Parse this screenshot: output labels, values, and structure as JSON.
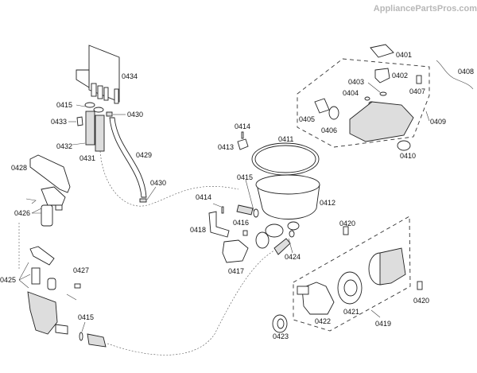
{
  "watermark": "AppliancePartsPros.com",
  "labels": {
    "p0401": "0401",
    "p0402": "0402",
    "p0403": "0403",
    "p0404": "0404",
    "p0405": "0405",
    "p0406": "0406",
    "p0407": "0407",
    "p0408": "0408",
    "p0409": "0409",
    "p0410": "0410",
    "p0411": "0411",
    "p0412": "0412",
    "p0413": "0413",
    "p0414a": "0414",
    "p0414b": "0414",
    "p0415a": "0415",
    "p0415b": "0415",
    "p0415c": "0415",
    "p0416": "0416",
    "p0417": "0417",
    "p0418": "0418",
    "p0419": "0419",
    "p0420a": "0420",
    "p0420b": "0420",
    "p0421": "0421",
    "p0422": "0422",
    "p0423": "0423",
    "p0424": "0424",
    "p0425": "0425",
    "p0426": "0426",
    "p0427": "0427",
    "p0428": "0428",
    "p0429": "0429",
    "p0430a": "0430",
    "p0430b": "0430",
    "p0431": "0431",
    "p0432": "0432",
    "p0433": "0433",
    "p0434": "0434"
  }
}
